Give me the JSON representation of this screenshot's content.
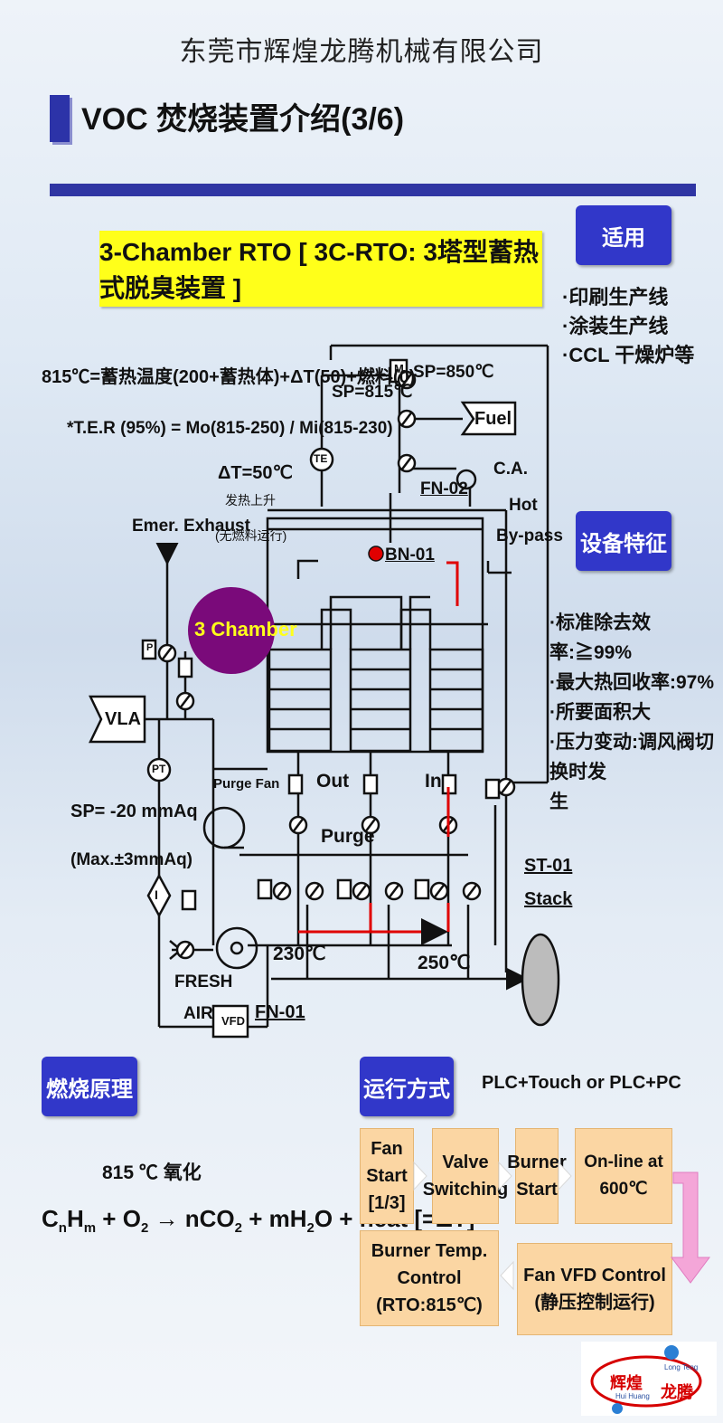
{
  "header": {
    "company": "东莞市辉煌龙腾机械有限公司",
    "title": "VOC 焚烧装置介绍(3/6)"
  },
  "banner": "3-Chamber RTO [ 3C-RTO: 3塔型蓄热式脱臭装置 ]",
  "applicable": {
    "label": "适用",
    "items": [
      "·印刷生产线",
      "·涂装生产线",
      "·CCL 干燥炉等"
    ]
  },
  "features": {
    "label": "设备特征",
    "items": [
      "·标准除去效率:≧99%",
      "·最大热回收率:97%",
      "·所要面积大",
      "·压力变动:调风阀切换时发",
      "生"
    ]
  },
  "diagram": {
    "formula1": "815℃=蓄热温度(200+蓄热体)+ΔT(50)+燃料(0)",
    "formula2": "*T.E.R (95%) = Mo(815-250) / Mi(815-230)",
    "dt": "ΔT=50℃",
    "heat_note1": "发热上升",
    "heat_note2": "(无燃料运行)",
    "sp815": "SP=815℃",
    "sp850": "SP=850℃",
    "m": "M",
    "te": "TE",
    "fuel": "Fuel",
    "ca": "C.A.",
    "fn02": "FN-02",
    "hot": "Hot",
    "bypass": "By-pass",
    "bn01": "BN-01",
    "emer": "Emer. Exhaust",
    "chamber": "3 Chamber",
    "vla": "VLA",
    "pt": "PT",
    "p": "P",
    "i": "I",
    "sp20": "SP= -20 mmAq",
    "max": "(Max.±3mmAq)",
    "purge_fan": "Purge Fan",
    "out": "Out",
    "in": "In",
    "purge": "Purge",
    "st01": "ST-01",
    "stack": "Stack",
    "t230": "230℃",
    "t250": "250℃",
    "fresh": "FRESH",
    "air": "AIR",
    "vfd": "VFD",
    "fn01": "FN-01"
  },
  "combustion": {
    "label": "燃烧原理",
    "note": "815 ℃ 氧化",
    "eq_c": "C",
    "eq_n": "n",
    "eq_h": "H",
    "eq_m": "m",
    "eq_rest1": " + O",
    "eq_2a": "2",
    "eq_rest2": " → nCO",
    "eq_2b": "2",
    "eq_rest3": " + mH",
    "eq_2c": "2",
    "eq_rest4": "O + heat [=ΔT]"
  },
  "operation": {
    "label": "运行方式",
    "control": "PLC+Touch or PLC+PC",
    "steps": [
      {
        "l1": "Fan",
        "l2": "Start [1/3]"
      },
      {
        "l1": "Valve",
        "l2": "Switching"
      },
      {
        "l1": "Burner",
        "l2": "Start"
      },
      {
        "l1": "On-line at 600℃",
        "l2": ""
      },
      {
        "l1": "Fan VFD Control",
        "l2": "(静压控制运行)"
      },
      {
        "l1": "Burner Temp. Control",
        "l2": "(RTO:815℃)"
      }
    ]
  },
  "logo": {
    "cn1": "辉煌",
    "cn2": "龙腾",
    "en1": "Long Teng",
    "en2": "Hui Huang"
  },
  "colors": {
    "accent_blue": "#3137c9",
    "banner_yellow": "#ffff1a",
    "flow_fill": "#fbd6a3",
    "chamber_purple": "#7a0a7a",
    "hot_line_red": "#e00000",
    "arrow_pink": "#f4a6d8"
  }
}
